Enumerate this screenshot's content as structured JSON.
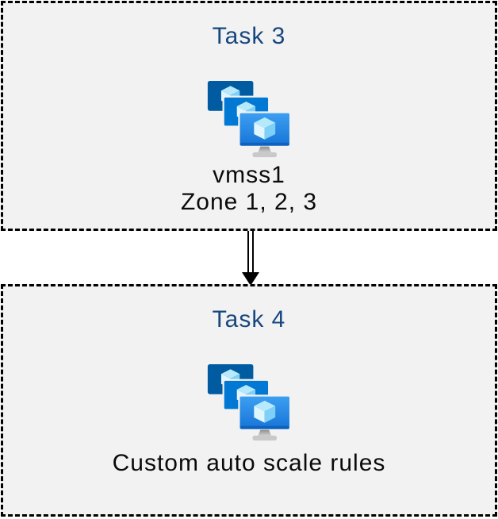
{
  "page": {
    "background": "#ffffff"
  },
  "diagram": {
    "box_fill": "#f2f2f2",
    "box_border_color": "#000000",
    "title_color": "#17477E",
    "text_color": "#0a0a0a",
    "tasks": [
      {
        "title": "Task 3",
        "icon": "vm-scale-sets-icon",
        "lines": [
          "vmss1",
          "Zone 1, 2, 3"
        ]
      },
      {
        "title": "Task 4",
        "icon": "vm-scale-sets-icon",
        "lines": [
          "Custom auto scale rules"
        ]
      }
    ],
    "connector": {
      "shape": "double-line-arrow",
      "direction": "down",
      "color": "#000000"
    }
  },
  "icon": {
    "name": "vm-scale-sets-icon",
    "colors": {
      "back_screen": "#005BA1",
      "middle_screen": "#0078D4",
      "front_screen_top": "#3DA0F2",
      "front_screen_bottom": "#1673D6",
      "front_screen_edge": "#0E62BE",
      "cube_top": "#B7E9FC",
      "cube_left": "#DFF6FE",
      "cube_right": "#7FD0F6",
      "screen_outline": "#F2F2F2",
      "stand_top": "#8F8F8F",
      "stand_bottom": "#DCDCDC",
      "stand_base": "#C9C9C9"
    }
  }
}
